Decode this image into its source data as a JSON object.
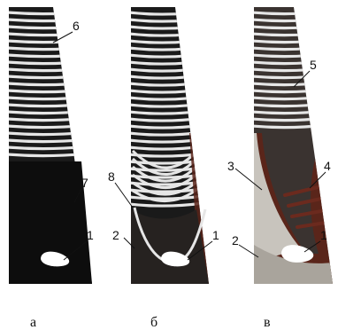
{
  "panels": [
    {
      "caption": "а",
      "labels": [
        "6",
        "7",
        "1"
      ]
    },
    {
      "caption": "б",
      "labels": [
        "8",
        "2",
        "1"
      ]
    },
    {
      "caption": "в",
      "labels": [
        "5",
        "3",
        "4",
        "2",
        "1"
      ]
    }
  ],
  "colors": {
    "dark": "#1a1a1a",
    "stripe_light": "#e8e8e8",
    "reddish": "#6b2a1e",
    "gray": "#b8b4ae",
    "background": "#ffffff"
  }
}
